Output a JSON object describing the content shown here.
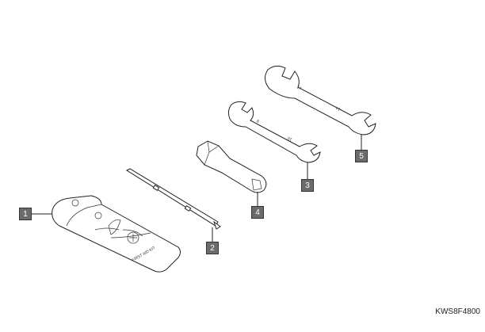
{
  "callouts": [
    "1",
    "2",
    "3",
    "4",
    "5"
  ],
  "pouch_text": "FIRST AID KIT",
  "wrench_small_sizes": [
    "8",
    "10"
  ],
  "wrench_large_sizes": [
    "17",
    "14"
  ],
  "figure_code": "KWS8F4800",
  "colors": {
    "callout_fill": "#6b6b6b",
    "line": "#222222"
  }
}
